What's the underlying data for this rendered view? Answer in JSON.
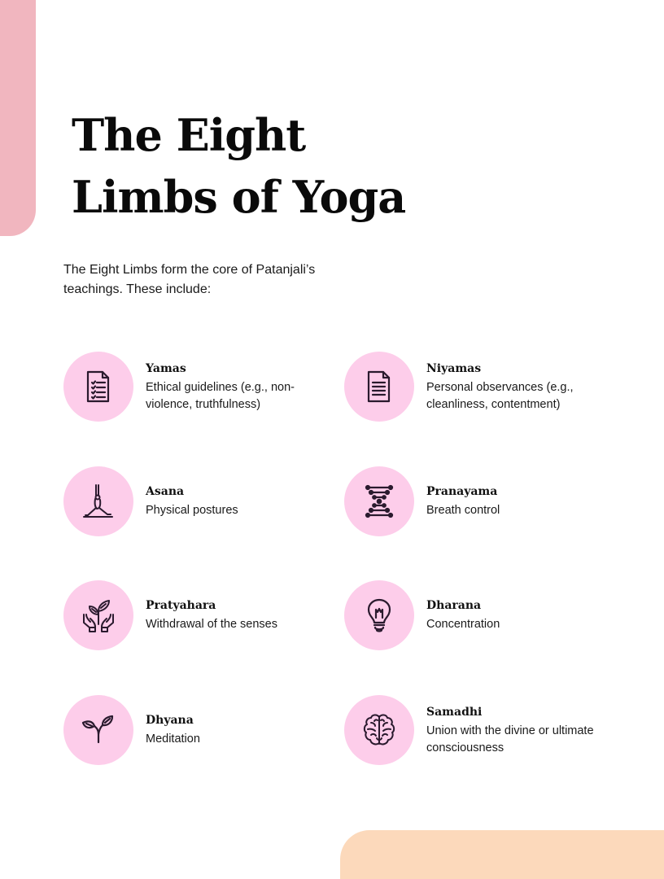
{
  "page": {
    "title_line1": "The Eight",
    "title_line2": "Limbs of Yoga",
    "intro": "The Eight Limbs form the core of Patanjali’s teachings. These include:",
    "colors": {
      "left_bar": "#f1b6bf",
      "bottom_shape": "#fcd9bb",
      "icon_circle": "#fdcdea",
      "icon_stroke": "#2a1a2e"
    }
  },
  "limbs": [
    {
      "name": "Yamas",
      "description": "Ethical guidelines (e.g., non-violence, truthfulness)",
      "icon": "checklist-document-icon"
    },
    {
      "name": "Niyamas",
      "description": "Personal observances (e.g., cleanliness, contentment)",
      "icon": "lined-document-icon"
    },
    {
      "name": "Asana",
      "description": "Physical postures",
      "icon": "yoga-pose-icon"
    },
    {
      "name": "Pranayama",
      "description": "Breath control",
      "icon": "breath-dna-icon"
    },
    {
      "name": "Pratyahara",
      "description": "Withdrawal of the senses",
      "icon": "hands-plant-icon"
    },
    {
      "name": "Dharana",
      "description": "Concentration",
      "icon": "lightbulb-icon"
    },
    {
      "name": "Dhyana",
      "description": "Meditation",
      "icon": "sprout-icon"
    },
    {
      "name": "Samadhi",
      "description": "Union with the divine or ultimate consciousness",
      "icon": "brain-icon"
    }
  ]
}
